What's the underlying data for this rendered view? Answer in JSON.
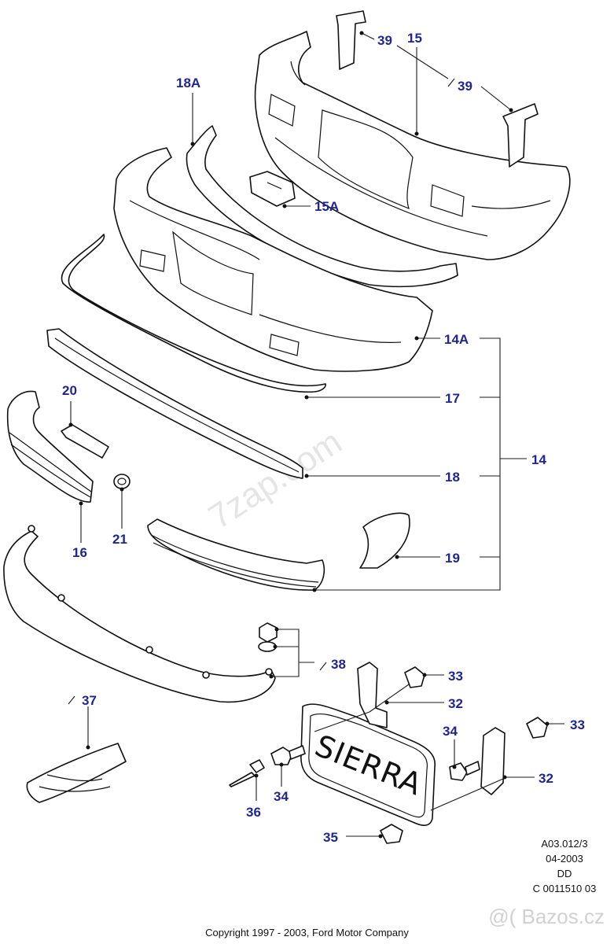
{
  "diagram": {
    "callouts": {
      "c15": "15",
      "c15a": "15A",
      "c18a": "18A",
      "c39a": "39",
      "c39b": "39",
      "c14a": "14A",
      "c17": "17",
      "c14": "14",
      "c18": "18",
      "c19": "19",
      "c20": "20",
      "c16": "16",
      "c21": "21",
      "c38": "38",
      "c37": "37",
      "c33a": "33",
      "c32a": "32",
      "c34a": "34",
      "c33b": "33",
      "c32b": "32",
      "c34b": "34",
      "c36": "36",
      "c35": "35"
    },
    "plate_text": "SIERRA",
    "watermark": "7zap.com"
  },
  "reference": {
    "code": "A03.012/3",
    "date": "04-2003",
    "initials": "DD",
    "catalog": "C 0011510 03"
  },
  "footer": {
    "copyright": "Copyright 1997 - 2003, Ford Motor Company",
    "site_mark": "@( Bazos.cz"
  }
}
